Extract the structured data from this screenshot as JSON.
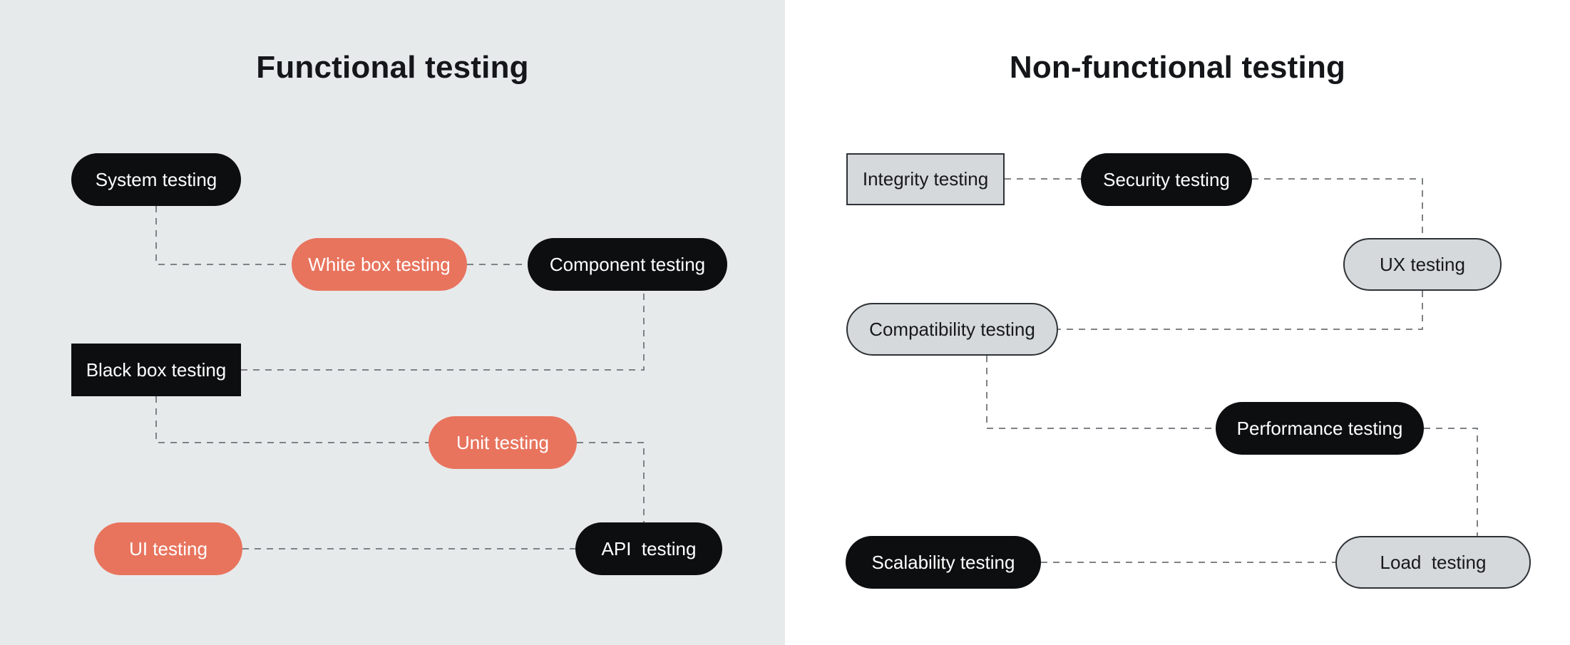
{
  "diagram": {
    "colors": {
      "panel_left_bg": "#E7EAEB",
      "panel_right_bg": "#FFFFFF",
      "black": "#0D0E10",
      "coral": "#E8745E",
      "gray_fill": "#D5D9DC",
      "gray_border": "#2E3236",
      "connector": "#7E8285",
      "text_light": "#FFFFFF",
      "text_dark": "#17191C"
    },
    "panels": [
      {
        "id": "functional",
        "title": "Functional testing",
        "nodes": [
          {
            "id": "system-testing",
            "label": "System testing",
            "shape": "pill",
            "variant": "black"
          },
          {
            "id": "white-box-testing",
            "label": "White box testing",
            "shape": "pill",
            "variant": "coral"
          },
          {
            "id": "component-testing",
            "label": "Component testing",
            "shape": "pill",
            "variant": "black"
          },
          {
            "id": "black-box-testing",
            "label": "Black box testing",
            "shape": "rect",
            "variant": "black"
          },
          {
            "id": "unit-testing",
            "label": "Unit testing",
            "shape": "pill",
            "variant": "coral"
          },
          {
            "id": "ui-testing",
            "label": "UI testing",
            "shape": "pill",
            "variant": "coral"
          },
          {
            "id": "api-testing",
            "label": "API  testing",
            "shape": "pill",
            "variant": "black"
          }
        ]
      },
      {
        "id": "non-functional",
        "title": "Non-functional testing",
        "nodes": [
          {
            "id": "integrity-testing",
            "label": "Integrity testing",
            "shape": "rect",
            "variant": "gray"
          },
          {
            "id": "security-testing",
            "label": "Security testing",
            "shape": "pill",
            "variant": "black"
          },
          {
            "id": "ux-testing",
            "label": "UX testing",
            "shape": "pill",
            "variant": "gray"
          },
          {
            "id": "compatibility-testing",
            "label": "Compatibility testing",
            "shape": "pill",
            "variant": "gray"
          },
          {
            "id": "performance-testing",
            "label": "Performance testing",
            "shape": "pill",
            "variant": "black"
          },
          {
            "id": "scalability-testing",
            "label": "Scalability testing",
            "shape": "pill",
            "variant": "black"
          },
          {
            "id": "load-testing",
            "label": "Load  testing",
            "shape": "pill",
            "variant": "gray"
          }
        ]
      }
    ],
    "connections": [
      {
        "from": "system-testing",
        "to": "white-box-testing"
      },
      {
        "from": "white-box-testing",
        "to": "component-testing"
      },
      {
        "from": "black-box-testing",
        "to": "component-testing"
      },
      {
        "from": "black-box-testing",
        "to": "unit-testing"
      },
      {
        "from": "unit-testing",
        "to": "api-testing"
      },
      {
        "from": "ui-testing",
        "to": "api-testing"
      },
      {
        "from": "integrity-testing",
        "to": "security-testing"
      },
      {
        "from": "security-testing",
        "to": "ux-testing"
      },
      {
        "from": "ux-testing",
        "to": "compatibility-testing"
      },
      {
        "from": "compatibility-testing",
        "to": "performance-testing"
      },
      {
        "from": "performance-testing",
        "to": "load-testing"
      },
      {
        "from": "scalability-testing",
        "to": "load-testing"
      }
    ]
  }
}
